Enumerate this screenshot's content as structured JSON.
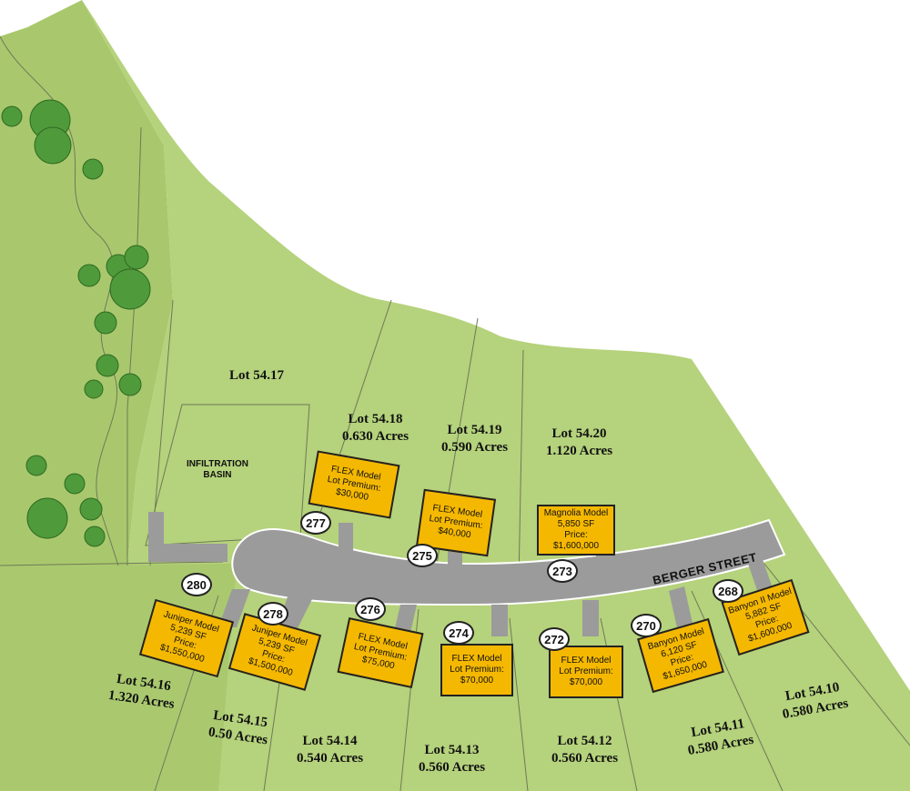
{
  "street_name": "BERGER STREET",
  "basin": {
    "line1": "INFILTRATION",
    "line2": "BASIN"
  },
  "lots": {
    "l5417": {
      "name": "Lot 54.17",
      "acres": ""
    },
    "l5418": {
      "name": "Lot 54.18",
      "acres": "0.630 Acres"
    },
    "l5419": {
      "name": "Lot 54.19",
      "acres": "0.590 Acres"
    },
    "l5420": {
      "name": "Lot 54.20",
      "acres": "1.120 Acres"
    },
    "l5416": {
      "name": "Lot 54.16",
      "acres": "1.320 Acres"
    },
    "l5415": {
      "name": "Lot 54.15",
      "acres": "0.50 Acres"
    },
    "l5414": {
      "name": "Lot 54.14",
      "acres": "0.540 Acres"
    },
    "l5413": {
      "name": "Lot 54.13",
      "acres": "0.560 Acres"
    },
    "l5412": {
      "name": "Lot 54.12",
      "acres": "0.560 Acres"
    },
    "l5411": {
      "name": "Lot 54.11",
      "acres": "0.580 Acres"
    },
    "l5410": {
      "name": "Lot 54.10",
      "acres": "0.580 Acres"
    }
  },
  "houses": {
    "h277": {
      "number": "277",
      "l1": "FLEX Model",
      "l2": "Lot Premium:",
      "l3": "$30,000",
      "l4": ""
    },
    "h275": {
      "number": "275",
      "l1": "FLEX Model",
      "l2": "Lot Premium:",
      "l3": "$40,000",
      "l4": ""
    },
    "h273": {
      "number": "273",
      "l1": "Magnolia Model",
      "l2": "5,850 SF",
      "l3": "Price:",
      "l4": "$1,600,000"
    },
    "h280": {
      "number": "280",
      "l1": "Juniper Model",
      "l2": "5,239 SF",
      "l3": "Price:",
      "l4": "$1,550,000"
    },
    "h278": {
      "number": "278",
      "l1": "Juniper Model",
      "l2": "5,239 SF",
      "l3": "Price:",
      "l4": "$1,500,000"
    },
    "h276": {
      "number": "276",
      "l1": "FLEX Model",
      "l2": "Lot Premium:",
      "l3": "$75,000",
      "l4": ""
    },
    "h274": {
      "number": "274",
      "l1": "FLEX Model",
      "l2": "Lot Premium:",
      "l3": "$70,000",
      "l4": ""
    },
    "h272": {
      "number": "272",
      "l1": "FLEX Model",
      "l2": "Lot Premium:",
      "l3": "$70,000",
      "l4": ""
    },
    "h270": {
      "number": "270",
      "l1": "Banyon Model",
      "l2": "6,120 SF",
      "l3": "Price:",
      "l4": "$1,650,000"
    },
    "h268": {
      "number": "268",
      "l1": "Banyon II Model",
      "l2": "5,882 SF",
      "l3": "Price:",
      "l4": "$1,600,000"
    }
  },
  "colors": {
    "grass_light": "#b3d07a",
    "grass_dark": "#a4c36a",
    "road": "#9b9b9b",
    "house": "#f5b800",
    "lot_line": "#6e7a58"
  }
}
